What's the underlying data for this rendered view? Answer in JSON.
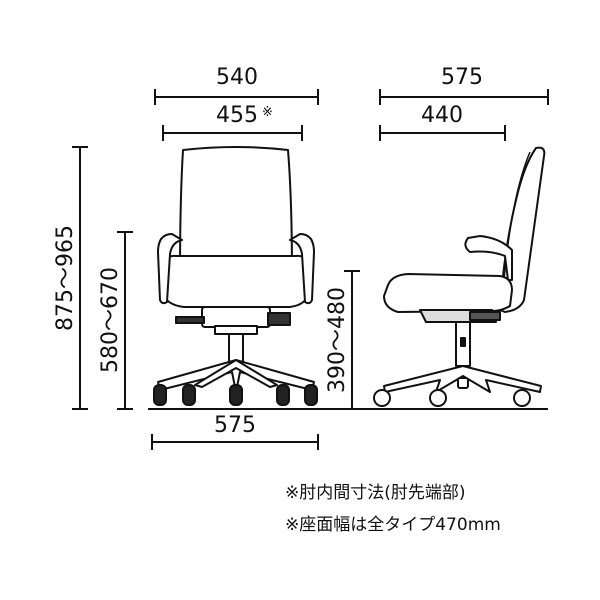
{
  "dimensions": {
    "front_outer_width": "540",
    "front_armrest_width": "455",
    "front_armrest_mark": "※",
    "side_depth": "575",
    "side_seat_depth": "440",
    "total_height": "875〜965",
    "armrest_height": "580〜670",
    "seat_height": "390〜480",
    "base_width": "575"
  },
  "notes": [
    "※肘内間寸法(肘先端部)",
    "※座面幅は全タイプ470mm"
  ]
}
